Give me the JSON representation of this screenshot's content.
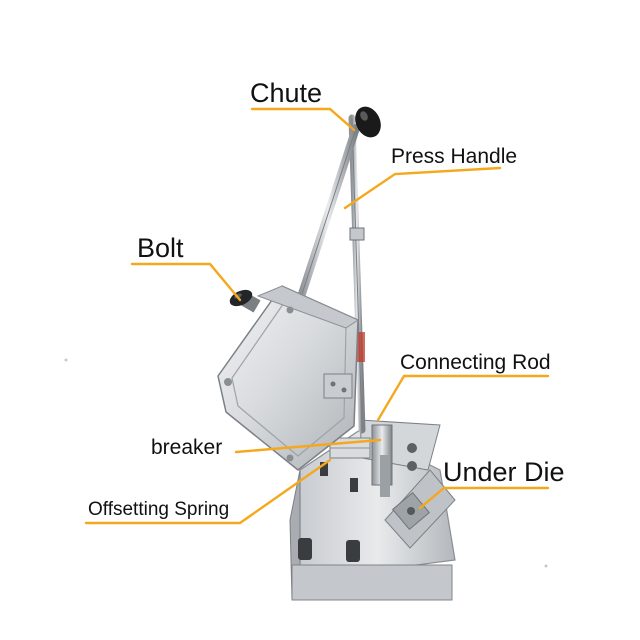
{
  "labels": {
    "chute": "Chute",
    "press_handle": "Press Handle",
    "bolt": "Bolt",
    "connecting_rod": "Connecting Rod",
    "breaker": "breaker",
    "under_die": "Under Die",
    "offsetting_spring": "Offsetting Spring"
  },
  "colors": {
    "leader_line": "#f5a81c",
    "text": "#111111",
    "background": "#ffffff",
    "steel_light": "#e4e6e8",
    "steel_mid": "#b8bcc0",
    "steel_dark": "#6f747a",
    "knob": "#1a1a1a"
  }
}
